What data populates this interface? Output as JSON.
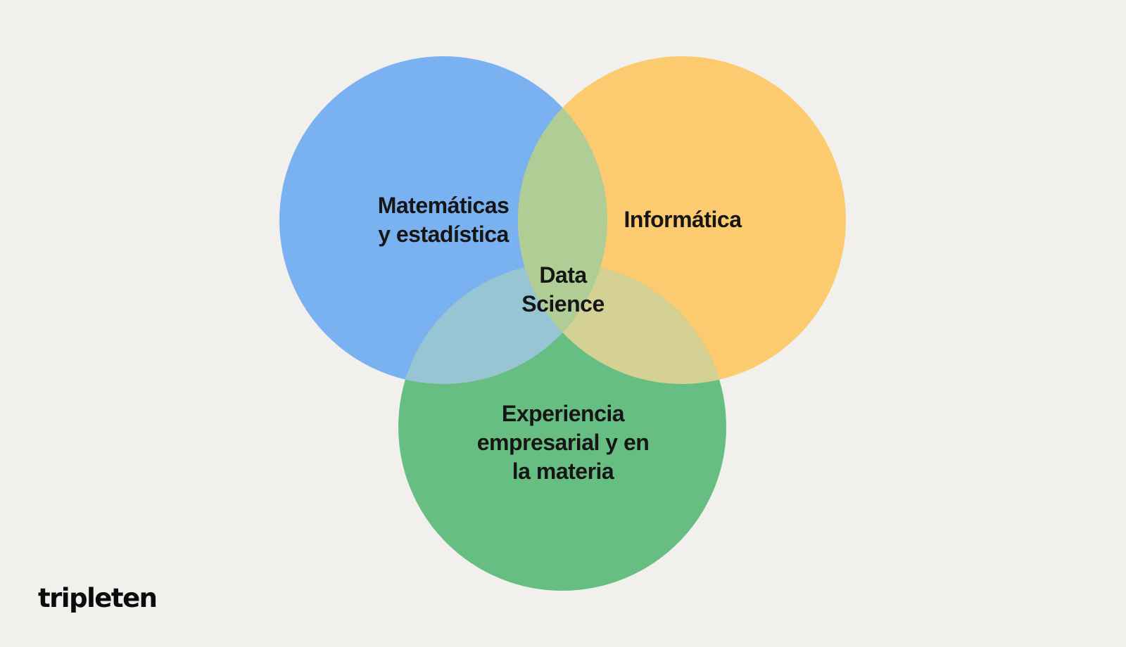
{
  "colors": {
    "background": "#f1f0ed",
    "math_circle": "#7ab2f1",
    "cs_circle": "#fccb6f",
    "business_circle": "#67be82",
    "math_cs_overlap": "#b0cd96",
    "math_business_overlap": "#98c5d3",
    "cs_business_overlap": "#d5d094",
    "center_overlap": "#b0cd96",
    "text": "#161616"
  },
  "diagram": {
    "math_label": [
      "Matemáticas",
      "y estadística"
    ],
    "cs_label": [
      "Informática"
    ],
    "center_label": [
      "Data",
      "Science"
    ],
    "business_label": [
      "Experiencia",
      "empresarial y en",
      "la materia"
    ]
  },
  "brand": {
    "logo_text": "tripleten"
  }
}
